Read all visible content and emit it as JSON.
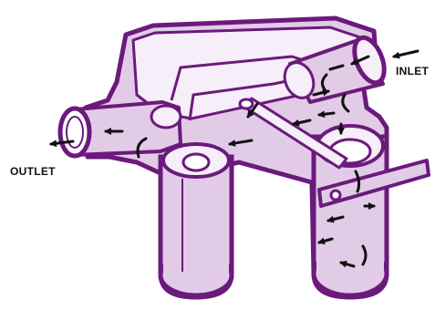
{
  "labels": {
    "inlet": "INLET",
    "outlet": "OUTLET"
  },
  "colors": {
    "outline": "#6b1a7c",
    "body_fill": "#e2cbe7",
    "inner_fill": "#f6eef8",
    "background": "#ffffff",
    "arrow": "#111111"
  },
  "icons": [
    "flow-arrow"
  ]
}
